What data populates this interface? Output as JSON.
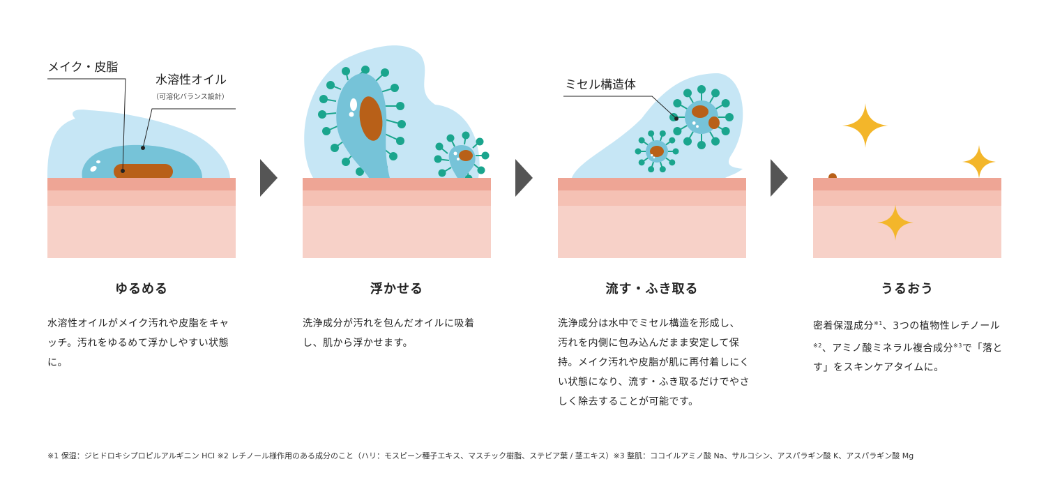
{
  "colors": {
    "skin_top": "#eea595",
    "skin_mid": "#f5c1b4",
    "skin_low": "#f7d1c8",
    "water": "#c6e6f5",
    "oil": "#76c3d8",
    "dirt": "#b86018",
    "micelle": "#1aa58d",
    "sparkle": "#f3b62a",
    "arrow": "#555555"
  },
  "callouts": {
    "makeup_sebum": "メイク・皮脂",
    "water_oil": "水溶性オイル",
    "water_oil_sub": "（可溶化バランス設計）",
    "micelle_structure": "ミセル構造体"
  },
  "steps": [
    {
      "title": "ゆるめる",
      "desc": "水溶性オイルがメイク汚れや皮脂をキャッチ。汚れをゆるめて浮かしやすい状態に。"
    },
    {
      "title": "浮かせる",
      "desc": "洗浄成分が汚れを包んだオイルに吸着し、肌から浮かせます。"
    },
    {
      "title": "流す・ふき取る",
      "desc": "洗浄成分は水中でミセル構造を形成し、汚れを内側に包み込んだまま安定して保持。メイク汚れや皮脂が肌に再付着しにくい状態になり、流す・ふき取るだけでやさしく除去することが可能です。"
    },
    {
      "title": "うるおう",
      "desc_parts": [
        "密着保湿成分",
        "※1",
        "、3つの植物性レチノール",
        "※2",
        "、アミノ酸ミネラル複合成分",
        "※3",
        "で「落とす」をスキンケアタイムに。"
      ]
    }
  ],
  "footnote": "※1 保湿：ジヒドロキシプロピルアルギニン HCl ※2 レチノール様作用のある成分のこと（ハリ：モスピーン種子エキス、マスチック樹脂、ステビア葉 / 茎エキス）※3 整肌：ココイルアミノ酸 Na、サルコシン、アスパラギン酸 K、アスパラギン酸 Mg"
}
